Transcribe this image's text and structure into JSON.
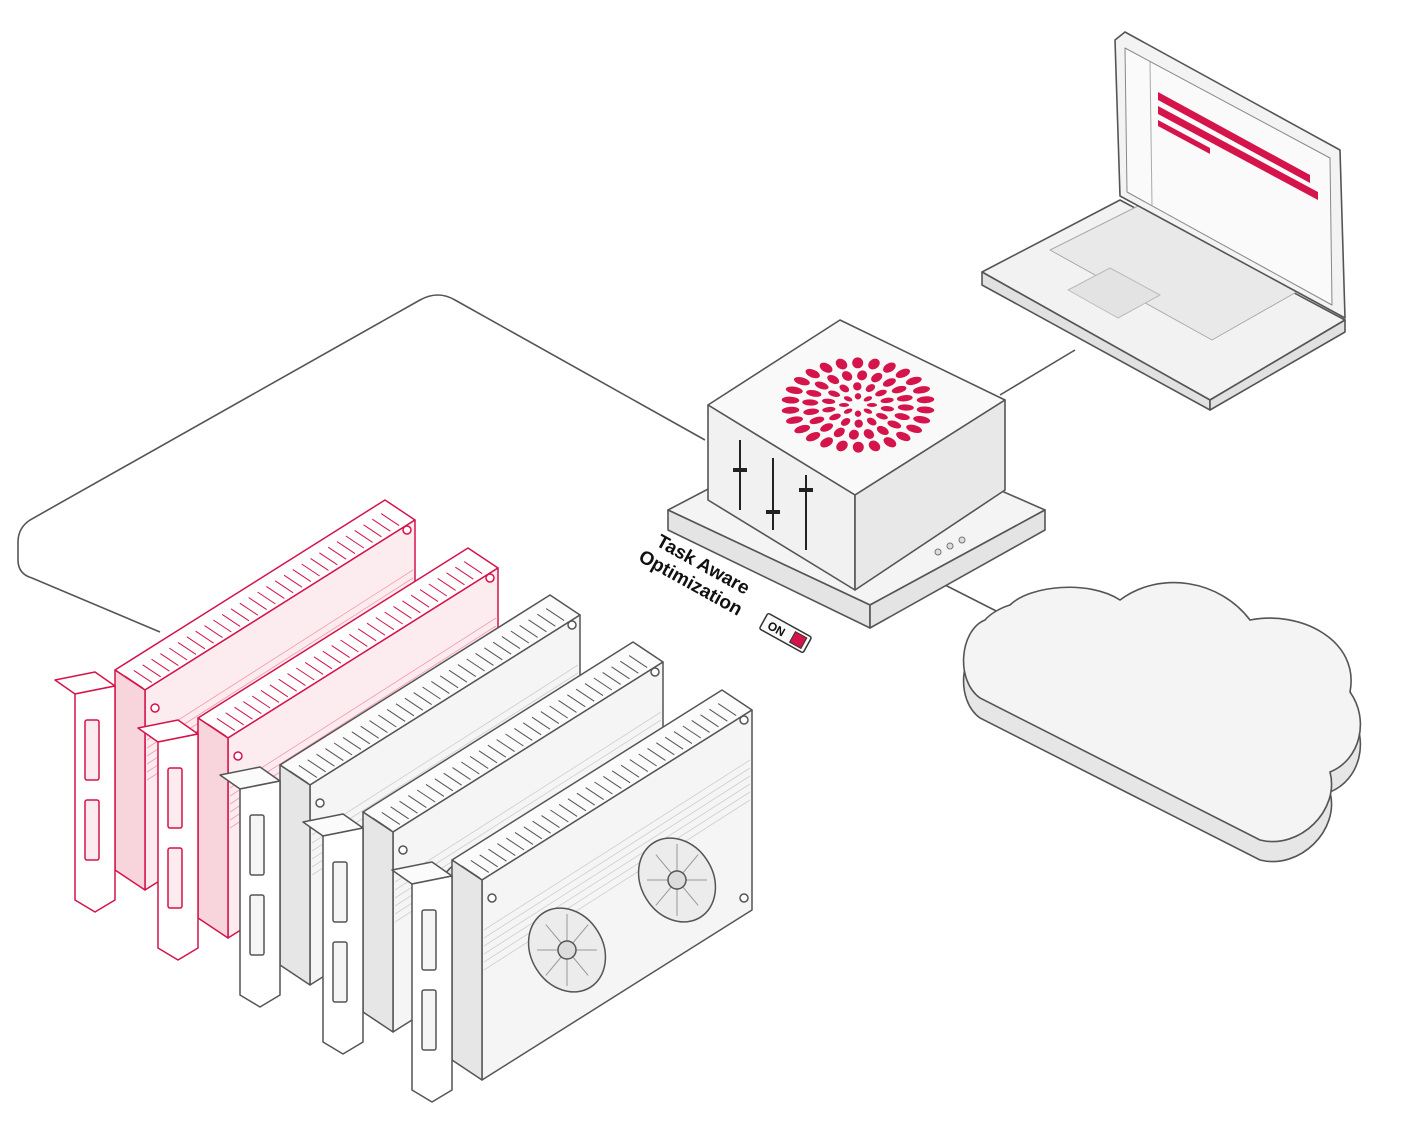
{
  "hub": {
    "label_line_1": "Task Aware",
    "label_line_2": "Optimization",
    "toggle_state": "ON"
  },
  "colors": {
    "accent": "#d4144a",
    "outline": "#555555",
    "panel": "#f7f7f7",
    "shade": "#e3e3e3"
  },
  "icons": {
    "hub": "burst-logo-icon",
    "gpus": "gpu-card-icon",
    "laptop": "laptop-icon",
    "cloud": "cloud-icon"
  },
  "gpus": {
    "active_count": 2,
    "idle_count": 3
  }
}
